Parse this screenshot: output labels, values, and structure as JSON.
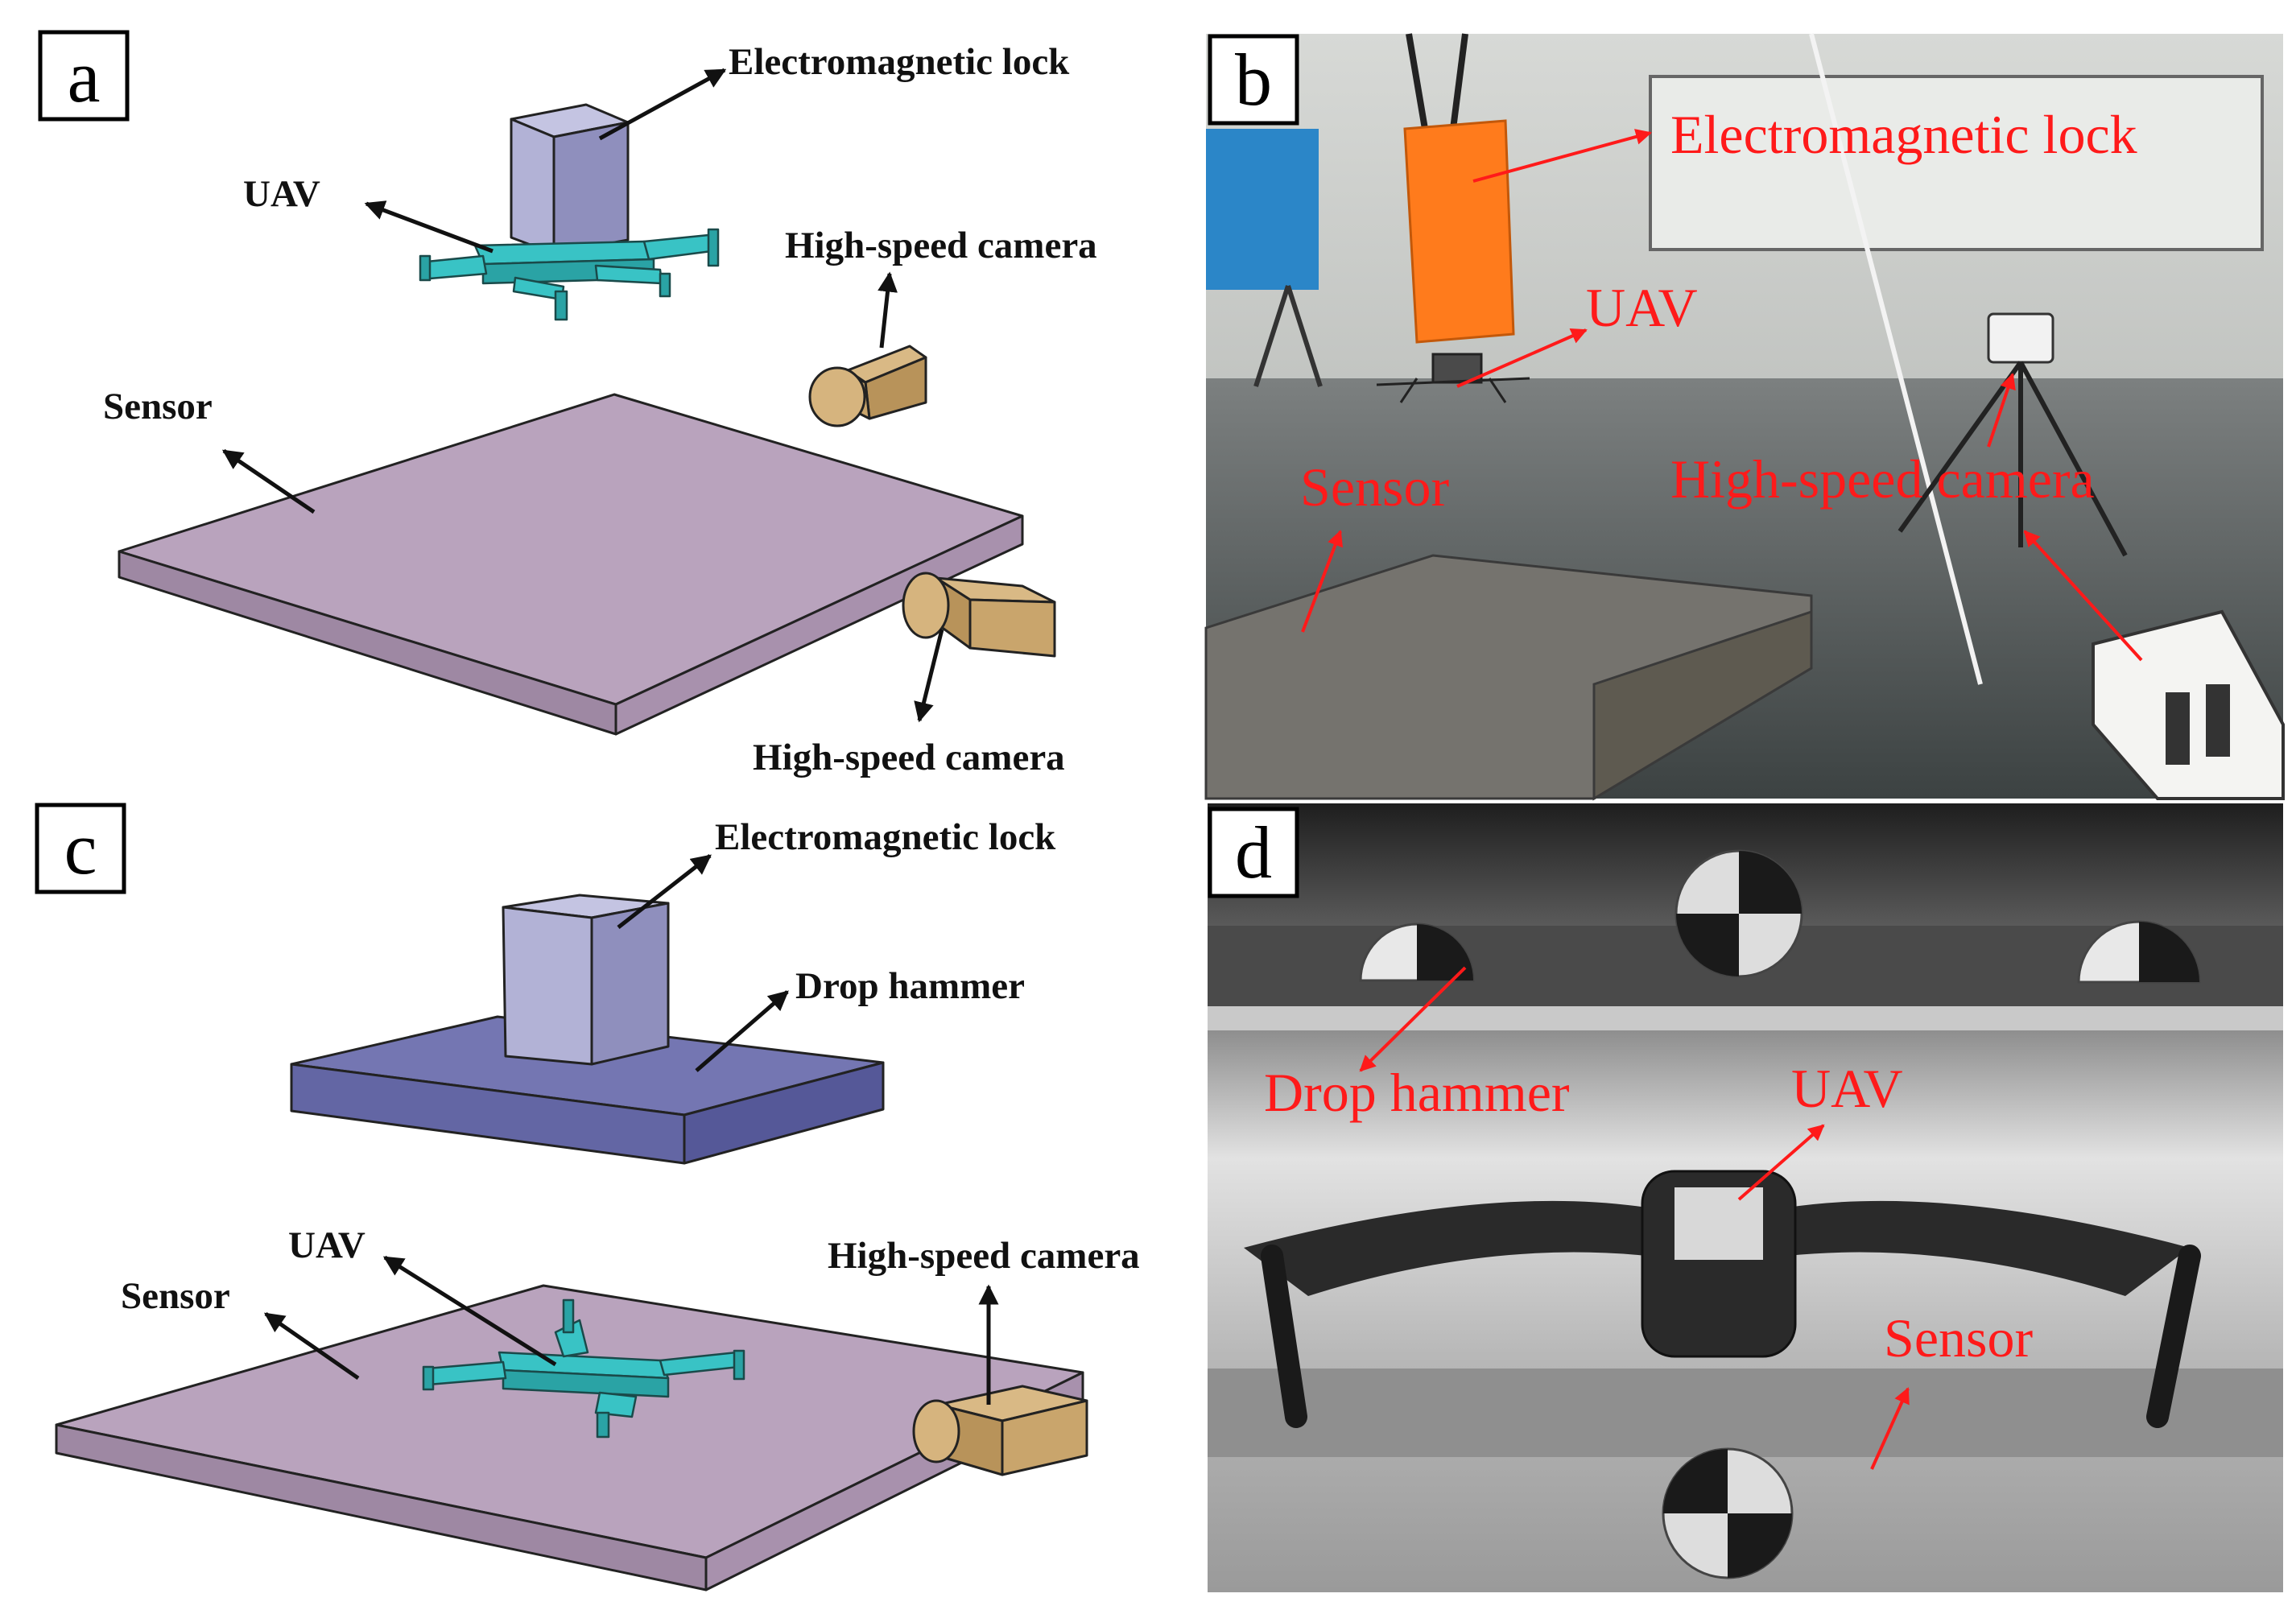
{
  "panels": {
    "a": {
      "letter": "a",
      "labels": {
        "electromagnetic_lock": "Electromagnetic lock",
        "uav": "UAV",
        "high_speed_camera_top": "High-speed camera",
        "sensor": "Sensor",
        "high_speed_camera_bottom": "High-speed camera"
      }
    },
    "b": {
      "letter": "b",
      "labels": {
        "electromagnetic_lock": "Electromagnetic lock",
        "uav": "UAV",
        "sensor": "Sensor",
        "high_speed_camera": "High-speed camera"
      }
    },
    "c": {
      "letter": "c",
      "labels": {
        "electromagnetic_lock": "Electromagnetic lock",
        "drop_hammer": "Drop hammer",
        "uav": "UAV",
        "high_speed_camera": "High-speed camera",
        "sensor": "Sensor"
      }
    },
    "d": {
      "letter": "d",
      "labels": {
        "drop_hammer": "Drop hammer",
        "uav": "UAV",
        "sensor": "Sensor"
      }
    }
  },
  "colors": {
    "plate": "#b9a3bd",
    "lock": "#a8a8cc",
    "uav_cad": "#39c3c5",
    "camera": "#c9a56c",
    "hammer": "#6f72ad",
    "annotation_red": "#ff1a1a",
    "lock_photo": "#ff7b1c"
  }
}
